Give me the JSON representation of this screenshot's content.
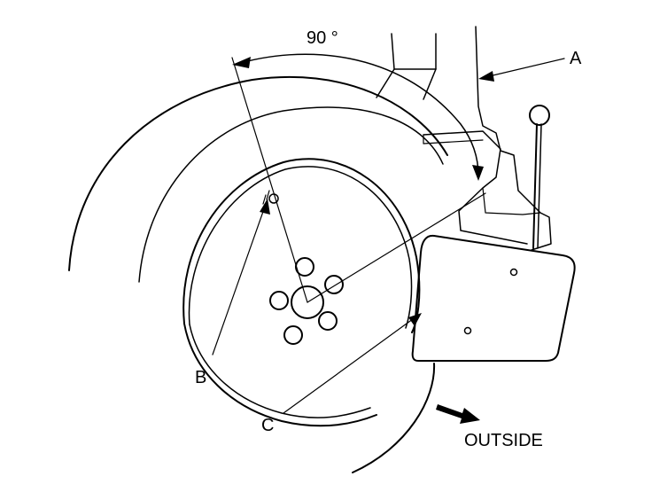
{
  "diagram": {
    "angle_label": "90 °",
    "callouts": {
      "a": "A",
      "b": "B",
      "c": "C"
    },
    "direction_label": "OUTSIDE",
    "colors": {
      "stroke": "#000000",
      "background": "#ffffff"
    }
  }
}
